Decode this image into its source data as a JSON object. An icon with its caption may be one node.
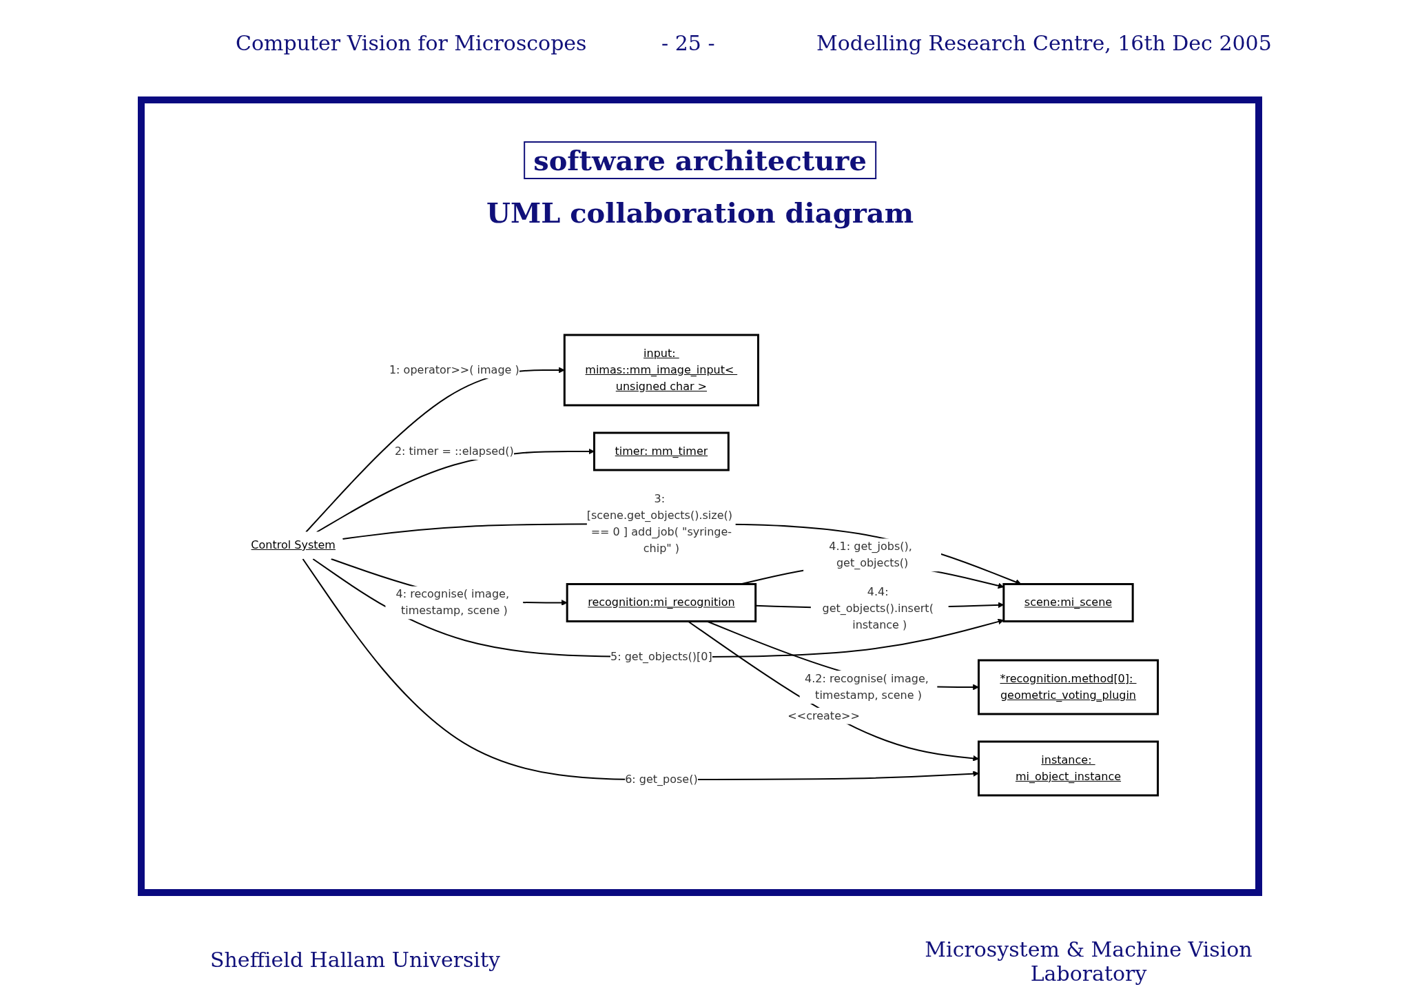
{
  "diagram": {
    "title": "software architecture",
    "nodes": [
      {
        "text": [
          "Control System"
        ]
      },
      {
        "text": [
          "input: mimas::mm_image_input< unsigned char >"
        ]
      },
      {
        "text": [
          "timer: mm_timer"
        ]
      },
      {
        "text": [
          "*recognition.method[0]: geometric_voting_plugin"
        ]
      },
      {
        "text": [
          "recognition:mi_recognition"
        ]
      },
      {
        "text": [
          "scene:mi_scene"
        ]
      },
      {
        "text": [
          "instance: mi_object_instance"
        ]
      }
    ],
    "edges": [
      {
        "from": 0,
        "to": 1,
        "arrow": "to",
        "label": "1: operator>>( image )"
      },
      {
        "from": 0,
        "to": 2,
        "arrow": "to",
        "label": "2: timer = ::elapsed()"
      },
      {
        "from": 0,
        "to": 5,
        "arrow": "to",
        "label": "3: [scene.get_objects().size() == 0 ] add_job( \"syringe-chip\" )"
      },
      {
        "from": 0,
        "to": 4,
        "arrow": "to",
        "label": "4: recognise( image, timestamp, scene )"
      },
      {
        "from": 4,
        "to": 5,
        "arrow": "to",
        "label": "4.1: get_jobs(), get_objects()"
      },
      {
        "from": 4,
        "to": 3,
        "arrow": "to",
        "label": "4.2: recognise( image, timestamp, scene )"
      },
      {
        "from": 4,
        "to": 6,
        "arrow": "to",
        "label": "<<create>>"
      },
      {
        "from": 4,
        "to": 5,
        "arrow": "to",
        "label": "4.4: get_objects().insert( instance )"
      },
      {
        "from": 0,
        "to": 5,
        "arrow": "to",
        "label": "5: get_objects()[0]"
      },
      {
        "from": 0,
        "to": 6,
        "arrow": "to",
        "label": "6: get_pose()"
      }
    ],
    "labels": [
      "Computer Vision for Microscopes",
      "- 25 -",
      "Modelling Research Centre, 16th Dec 2005",
      "UML collaboration diagram",
      "Sheffield Hallam University",
      "Microsystem & Machine Vision Laboratory"
    ]
  }
}
